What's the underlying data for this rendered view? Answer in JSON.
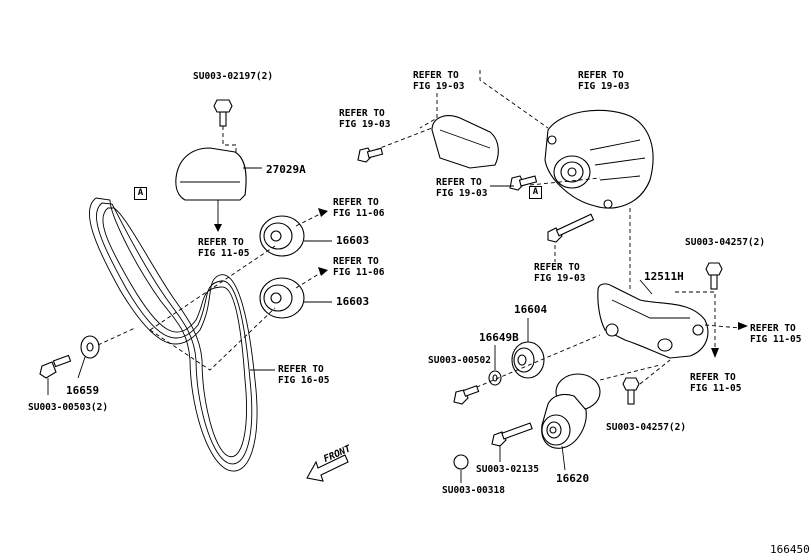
{
  "labels": {
    "bolt_top": "SU003-02197(2)",
    "cover": "27029A",
    "refer_fig1105_left": [
      "REFER TO",
      "FIG 11-05"
    ],
    "refer_fig1106_a": [
      "REFER TO",
      "FIG 11-06"
    ],
    "refer_fig1106_b": [
      "REFER TO",
      "FIG 11-06"
    ],
    "idler_upper": "16603",
    "idler_lower": "16603",
    "refer_fig1605": [
      "REFER TO",
      "FIG 16-05"
    ],
    "washer_left": "16659",
    "bolt_left": "SU003-00503(2)",
    "refer_fig1903_a": [
      "REFER TO",
      "FIG 19-03"
    ],
    "refer_fig1903_b": [
      "REFER TO",
      "FIG 19-03"
    ],
    "refer_fig1903_c": [
      "REFER TO",
      "FIG 19-03"
    ],
    "refer_fig1903_d": [
      "REFER TO",
      "FIG 19-03"
    ],
    "refer_fig1903_e": [
      "REFER TO",
      "FIG 19-03"
    ],
    "bracket": "12511H",
    "bolt_right_top": "SU003-04257(2)",
    "refer_fig1105_r1": [
      "REFER TO",
      "FIG 11-05"
    ],
    "refer_fig1105_r2": [
      "REFER TO",
      "FIG 11-05"
    ],
    "pulley": "16604",
    "plate": "16649B",
    "bolt_mid": "SU003-00502",
    "bolt_right_bottom": "SU003-04257(2)",
    "bolt_tensioner": "SU003-02135",
    "tensioner": "16620",
    "cap": "SU003-00318",
    "front": "FRONT",
    "ref_box_a1": "A",
    "ref_box_a2": "A",
    "diagram_id": "166450"
  }
}
